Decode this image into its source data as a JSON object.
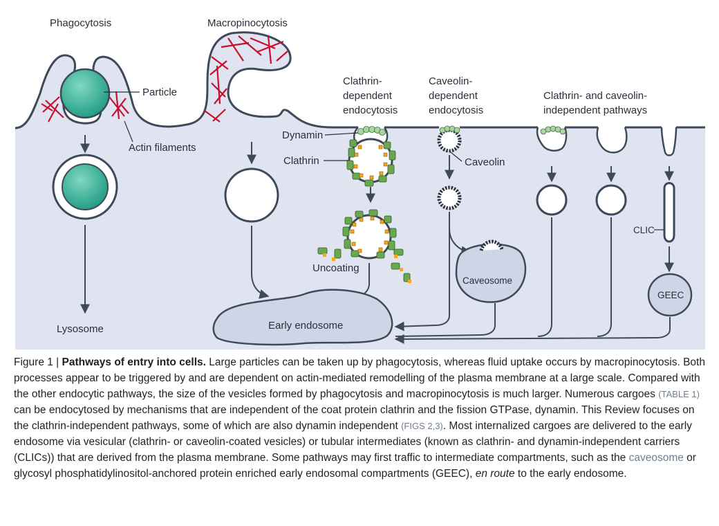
{
  "labels": {
    "phagocytosis": "Phagocytosis",
    "macropinocytosis": "Macropinocytosis",
    "particle": "Particle",
    "actin": "Actin filaments",
    "clathrin_dep": [
      "Clathrin-",
      "dependent",
      "endocytosis"
    ],
    "caveolin_dep": [
      "Caveolin-",
      "dependent",
      "endocytosis"
    ],
    "independent": [
      "Clathrin- and caveolin-",
      "independent pathways"
    ],
    "dynamin": "Dynamin",
    "clathrin": "Clathrin",
    "caveolin": "Caveolin",
    "uncoating": "Uncoating",
    "caveosome": "Caveosome",
    "clic": "CLIC",
    "geec": "GEEC",
    "lysosome": "Lysosome",
    "early_endosome": "Early endosome"
  },
  "caption": {
    "figure_label": "Figure 1 | ",
    "title": "Pathways of entry into cells.",
    "seg1": " Large particles can be taken up by phagocytosis, whereas fluid uptake occurs by macropinocytosis. Both processes appear to be triggered by and are dependent on actin-mediated remodelling of the plasma membrane at a large scale. Compared with the other endocytic pathways, the size of the vesicles formed by phagocytosis and macropinocytosis is much larger. Numerous cargoes ",
    "ref1": "(TABLE 1)",
    "seg2": " can be endocytosed by mechanisms that are independent of the coat protein clathrin and the fission GTPase, dynamin. This Review focuses on the clathrin-independent pathways, some of which are also dynamin independent ",
    "ref2": "(FIGS 2,3)",
    "seg3": ". Most internalized cargoes are delivered to the early endosome via vesicular (clathrin- or caveolin-coated vesicles) or tubular intermediates (known as clathrin- and dynamin-independent carriers (CLICs)) that are derived from the plasma membrane. Some pathways may first traffic to intermediate compartments, such as the ",
    "ref3": "caveosome",
    "seg4": " or glycosyl phosphatidylinositol-anchored protein enriched early endosomal compartments (GEEC), ",
    "italic": "en route",
    "seg5": " to the early endosome."
  },
  "colors": {
    "cytoplasm": "#dfe4f0",
    "membrane": "#3e4a5a",
    "particle": "#34b59a",
    "actin": "#c8102e",
    "clathrin_green": "#6aa84f",
    "clathrin_orange": "#f5a623",
    "dynamin": "#a8d5a0",
    "caveolin": "#2d3340",
    "compartment": "#cdd5e6"
  },
  "icons": [
    "actin-filament",
    "clathrin-triskelion",
    "caveolin-coat",
    "dynamin-collar"
  ]
}
